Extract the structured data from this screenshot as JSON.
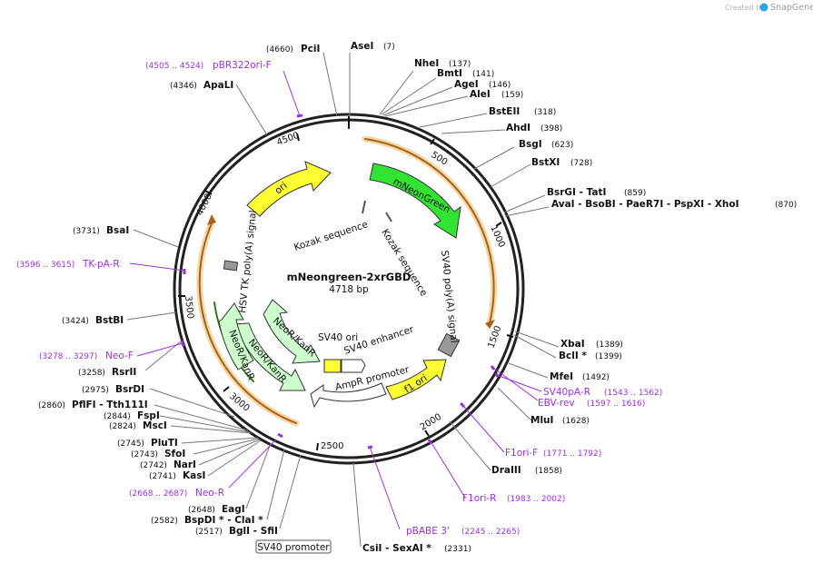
{
  "credit": {
    "created_by": "Created by",
    "brand": "SnapGene"
  },
  "plasmid": {
    "name": "mNeongreen-2xrGBD",
    "length": "4718 bp"
  },
  "ticks": [
    {
      "label": "500",
      "bp": 500
    },
    {
      "label": "1000",
      "bp": 1000
    },
    {
      "label": "1500",
      "bp": 1500
    },
    {
      "label": "2000",
      "bp": 2000
    },
    {
      "label": "2500",
      "bp": 2500
    },
    {
      "label": "3000",
      "bp": 3000
    },
    {
      "label": "3500",
      "bp": 3500
    },
    {
      "label": "4000",
      "bp": 4000
    },
    {
      "label": "4500",
      "bp": 4500
    }
  ],
  "enzymes": [
    {
      "name": "AseI",
      "pos": "(7)"
    },
    {
      "name": "PciI",
      "pos": "(4660)"
    },
    {
      "name": "NheI",
      "pos": "(137)"
    },
    {
      "name": "BmtI",
      "pos": "(141)"
    },
    {
      "name": "AgeI",
      "pos": "(146)"
    },
    {
      "name": "AleI",
      "pos": "(159)"
    },
    {
      "name": "BstEII",
      "pos": "(318)"
    },
    {
      "name": "AhdI",
      "pos": "(398)"
    },
    {
      "name": "BsgI",
      "pos": "(623)"
    },
    {
      "name": "BstXI",
      "pos": "(728)"
    },
    {
      "name": "BsrGI  -  TatI",
      "pos": "(859)"
    },
    {
      "name": "AvaI  -  BsoBI  -  PaeR7I  -  PspXI  -  XhoI",
      "pos": "(870)"
    },
    {
      "name": "XbaI",
      "pos": "(1389)"
    },
    {
      "name": "BclI *",
      "pos": "(1399)"
    },
    {
      "name": "MfeI",
      "pos": "(1492)"
    },
    {
      "name": "MluI",
      "pos": "(1628)"
    },
    {
      "name": "DraIII",
      "pos": "(1858)"
    },
    {
      "name": "CsiI  -  SexAI *",
      "pos": "(2331)"
    },
    {
      "name": "BglI  -  SfiI",
      "pos": "(2517)"
    },
    {
      "name": "BspDI *  -  ClaI *",
      "pos": "(2582)"
    },
    {
      "name": "EagI",
      "pos": "(2648)"
    },
    {
      "name": "KasI",
      "pos": "(2741)"
    },
    {
      "name": "NarI",
      "pos": "(2742)"
    },
    {
      "name": "SfoI",
      "pos": "(2743)"
    },
    {
      "name": "PluTI",
      "pos": "(2745)"
    },
    {
      "name": "MscI",
      "pos": "(2824)"
    },
    {
      "name": "FspI",
      "pos": "(2844)"
    },
    {
      "name": "PflFI  -  Tth111I",
      "pos": "(2860)"
    },
    {
      "name": "BsrDI",
      "pos": "(2975)"
    },
    {
      "name": "RsrII",
      "pos": "(3258)"
    },
    {
      "name": "BstBI",
      "pos": "(3424)"
    },
    {
      "name": "BsaI",
      "pos": "(3731)"
    },
    {
      "name": "ApaLI",
      "pos": "(4346)"
    }
  ],
  "primers": [
    {
      "name": "pBR322ori-F",
      "range": "(4505 .. 4524)"
    },
    {
      "name": "TK-pA-R",
      "range": "(3596 .. 3615)"
    },
    {
      "name": "Neo-F",
      "range": "(3278 .. 3297)"
    },
    {
      "name": "Neo-R",
      "range": "(2668 .. 2687)"
    },
    {
      "name": "pBABE 3'",
      "range": "(2245 .. 2265)"
    },
    {
      "name": "F1ori-R",
      "range": "(1983 .. 2002)"
    },
    {
      "name": "F1ori-F",
      "range": "(1771 .. 1792)"
    },
    {
      "name": "EBV-rev",
      "range": "(1597 .. 1616)"
    },
    {
      "name": "SV40pA-R",
      "range": "(1543 .. 1562)"
    }
  ],
  "features": [
    {
      "name": "mNeonGreen",
      "color": "#33e333"
    },
    {
      "name": "ori",
      "color": "#ffff33"
    },
    {
      "name": "f1 ori",
      "color": "#ffff33"
    },
    {
      "name": "NeoR/KanR",
      "color": "#ccffcc"
    },
    {
      "name": "NeoR/KanR",
      "color": "#ccffcc"
    },
    {
      "name": "NeoR/KanR",
      "color": "#ccffcc"
    },
    {
      "name": "AmpR promoter",
      "color": "#ffffff"
    },
    {
      "name": "SV40 ori",
      "color": "#ffff33"
    },
    {
      "name": "SV40 enhancer",
      "color": "#ffffff"
    },
    {
      "name": "HSV TK poly(A) signal",
      "color": "#999999"
    },
    {
      "name": "SV40 poly(A) signal",
      "color": "#999999"
    },
    {
      "name": "Kozak sequence",
      "color": "#555555"
    },
    {
      "name": "Kozak sequence",
      "color": "#555555"
    },
    {
      "name": "SV40 promoter",
      "color": "#ffffff"
    }
  ],
  "colors": {
    "backbone": "#222222",
    "orf": "#f0a830",
    "primer": "#9b30d9"
  }
}
